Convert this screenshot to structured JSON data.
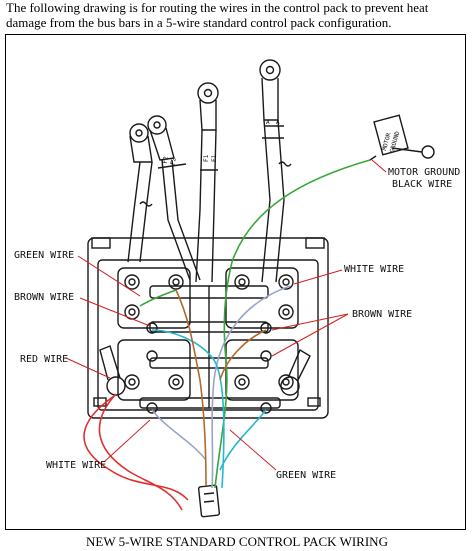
{
  "intro": "The following drawing is for routing the wires in the control pack to prevent heat damage from the bus bars in a 5-wire standard control pack configuration.",
  "caption": "NEW 5-WIRE STANDARD CONTROL PACK WIRING",
  "labels": {
    "green_wire_left": "GREEN WIRE",
    "brown_wire_left": "BROWN WIRE",
    "red_wire": "RED WIRE",
    "white_wire_left": "WHITE WIRE",
    "white_wire_right": "WHITE WIRE",
    "brown_wire_right": "BROWN WIRE",
    "green_wire_bottom": "GREEN WIRE",
    "motor_ground_line1": "MOTOR GROUND",
    "motor_ground_line2": "BLACK WIRE"
  },
  "cable_tags": {
    "f2_left": "F2",
    "f2_right": "F2",
    "f1_left": "F1",
    "f1_right": "F1",
    "a_left": "A",
    "a_right": "A",
    "motor_tag_line1": "MOTOR",
    "motor_tag_line2": "GROUND"
  },
  "colors": {
    "line": "#1a1a1a",
    "leader": "#d32020",
    "green_wire": "#3aa63a",
    "white_wire": "#9aa4c8",
    "cyan_wire": "#22b8d0",
    "red_wire": "#e03030",
    "brown_wire": "#b06a2a"
  }
}
